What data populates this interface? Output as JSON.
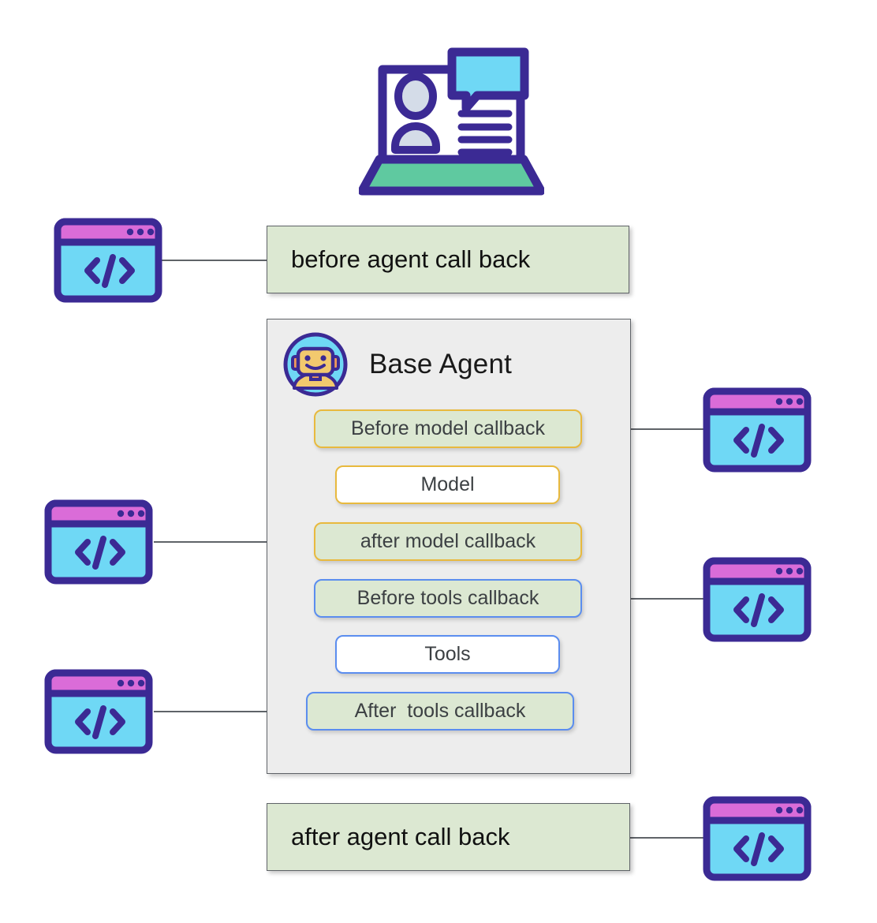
{
  "diagram": {
    "title_icon": "video-call-laptop-icon",
    "agent": {
      "label": "Base Agent",
      "avatar_icon": "robot-avatar-icon"
    },
    "agent_callbacks": [
      {
        "id": "before-agent",
        "label": "before agent call back"
      },
      {
        "id": "after-agent",
        "label": "after agent call back"
      }
    ],
    "stages": [
      {
        "id": "before-model-callback",
        "label": "Before model callback",
        "fill": "#dce8d2",
        "border": "#e8b93e"
      },
      {
        "id": "model",
        "label": "Model",
        "fill": "#ffffff",
        "border": "#e8b93e"
      },
      {
        "id": "after-model-callback",
        "label": "after model callback",
        "fill": "#dce8d2",
        "border": "#e8b93e"
      },
      {
        "id": "before-tools-callback",
        "label": "Before tools callback",
        "fill": "#dce8d2",
        "border": "#5b8def"
      },
      {
        "id": "tools",
        "label": "Tools",
        "fill": "#ffffff",
        "border": "#5b8def"
      },
      {
        "id": "after-tools-callback",
        "label": "After  tools callback",
        "fill": "#dce8d2",
        "border": "#5b8def"
      }
    ],
    "code_icons": [
      {
        "id": "code-icon-before-agent",
        "name": "code-window-icon"
      },
      {
        "id": "code-icon-before-model",
        "name": "code-window-icon"
      },
      {
        "id": "code-icon-after-model",
        "name": "code-window-icon"
      },
      {
        "id": "code-icon-before-tools",
        "name": "code-window-icon"
      },
      {
        "id": "code-icon-after-tools",
        "name": "code-window-icon"
      },
      {
        "id": "code-icon-after-agent",
        "name": "code-window-icon"
      }
    ],
    "colors": {
      "green_fill": "#dce8d2",
      "gray_container": "#ededed",
      "gray_border": "#5f6368",
      "gold_border": "#e8b93e",
      "blue_border": "#5b8def",
      "icon_purple": "#3b2a94",
      "icon_cyan": "#6fd8f5",
      "icon_magenta": "#da6cd8",
      "icon_green": "#5fc9a0",
      "robot_face": "#f2c96e",
      "robot_accent": "#f09a5b",
      "text_dark": "#3c4043"
    }
  }
}
